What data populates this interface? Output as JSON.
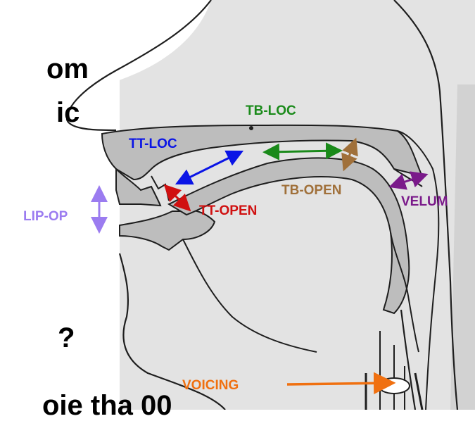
{
  "slide": {
    "fragments": [
      "om",
      "ic",
      "?",
      "oie tha 00"
    ]
  },
  "labels": {
    "tt_loc": "TT-LOC",
    "tb_loc": "TB-LOC",
    "tb_open": "TB-OPEN",
    "tt_open": "TT-OPEN",
    "lip_op": "LIP-OP",
    "velum": "VELUM",
    "voicing": "VOICING"
  },
  "colors": {
    "tt_loc": "#0a14e6",
    "tb_loc": "#1a8a1a",
    "tb_open": "#a0703a",
    "tt_open": "#d01010",
    "lip_op": "#9b7cf0",
    "velum": "#7a1a8a",
    "voicing": "#f07010"
  }
}
